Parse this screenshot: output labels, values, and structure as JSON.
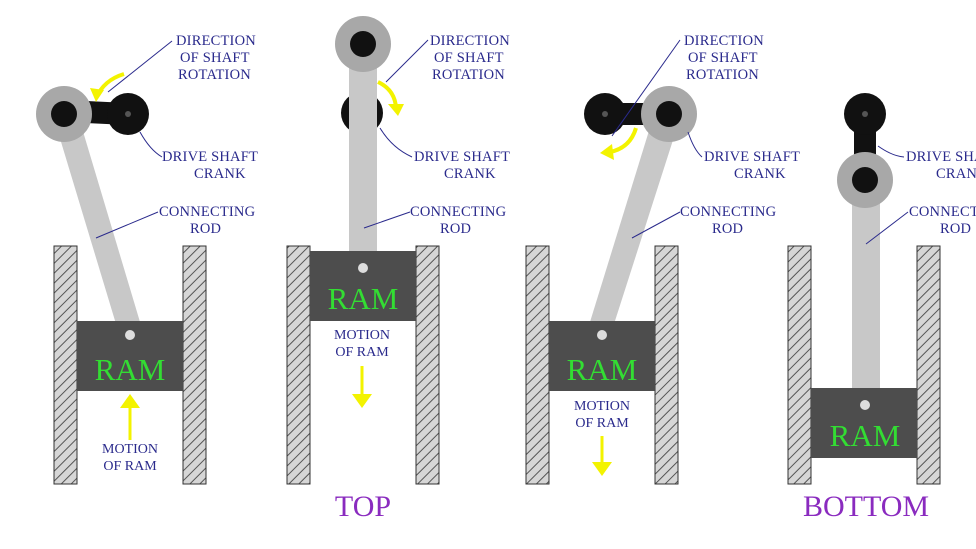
{
  "labels": {
    "direction_line1": "DIRECTION",
    "direction_line2": "OF SHAFT",
    "direction_line3": "ROTATION",
    "drive_line1": "DRIVE SHAFT",
    "drive_line2": "CRANK",
    "rod_line1": "CONNECTING",
    "rod_line2": "ROD",
    "ram": "RAM",
    "motion_line1": "MOTION",
    "motion_line2": "OF RAM"
  },
  "captions": {
    "top": "TOP",
    "bottom": "BOTTOM"
  },
  "colors": {
    "ram_block": "#4d4d4d",
    "ram_text": "#33dd33",
    "rod": "#c8c8c8",
    "crank": "#111111",
    "pivot_ring": "#a8a8a8",
    "arrow": "#f3f300",
    "caption": "#8a2bbf",
    "label": "#2a2a8c"
  }
}
